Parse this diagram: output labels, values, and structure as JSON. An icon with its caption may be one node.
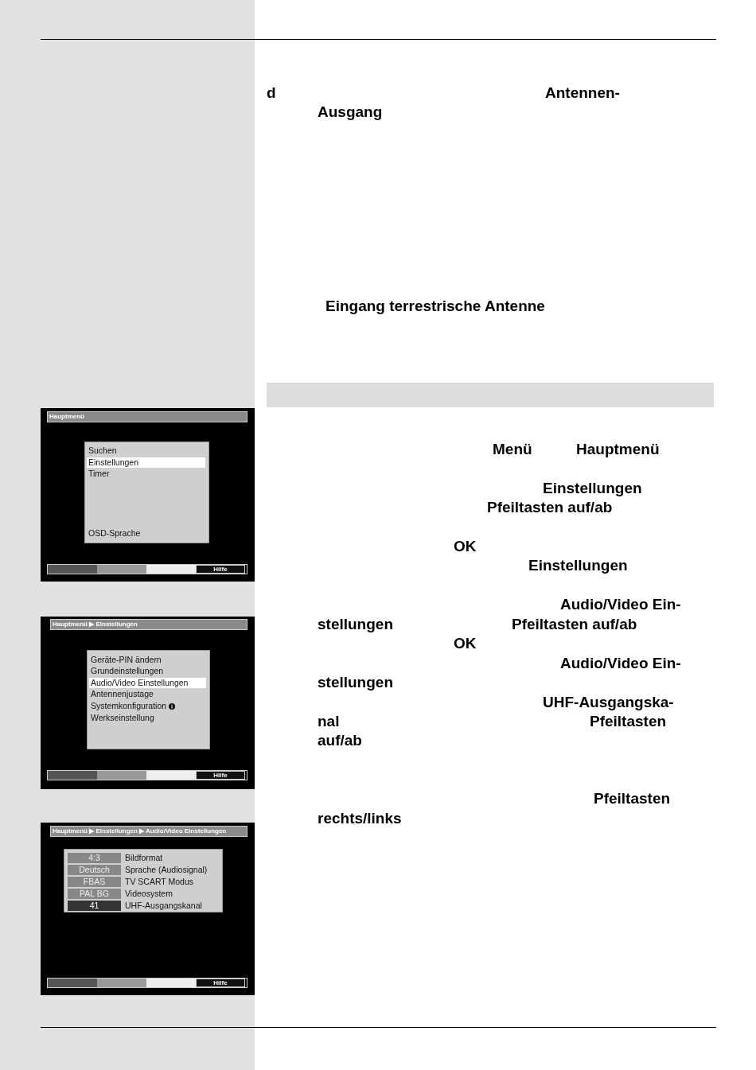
{
  "diagram": {
    "nodes": [
      {
        "text": [],
        "shape": "bar"
      }
    ],
    "labels": [
      "d",
      "Antennen-",
      "Ausgang",
      "Eingang terrestrische Antenne",
      "Menü",
      "Hauptmenü",
      "Einstellungen",
      "Pfeiltasten auf/ab",
      "OK",
      "Einstellungen",
      "Audio/Video Ein-",
      "stellungen",
      "Pfeiltasten auf/ab",
      "OK",
      "Audio/Video Ein-",
      "stellungen",
      "UHF-Ausgangska-",
      "nal",
      "Pfeiltasten",
      "auf/ab",
      "Pfeiltasten",
      "rechts/links",
      "Hauptmenü",
      "Suchen",
      "Einstellungen",
      "Timer",
      "OSD-Sprache",
      "Hilfe",
      "Hauptmenü ▶ Einstellungen",
      "Geräte-PIN ändern",
      "Grundeinstellungen",
      "Audio/Video Einstellungen",
      "Antennenjustage",
      "Systemkonfiguration",
      "Werkseinstellung",
      "Hilfe",
      "Hauptmenü ▶ Einstellungen ▶ Audio/Video Einstellungen",
      "4:3",
      "Bildformat",
      "Deutsch",
      "Sprache (Audiosignal)",
      "FBAS",
      "TV SCART Modus",
      "PAL BG",
      "Videosystem",
      "41",
      "UHF-Ausgangskanal",
      "Hilfe"
    ]
  }
}
